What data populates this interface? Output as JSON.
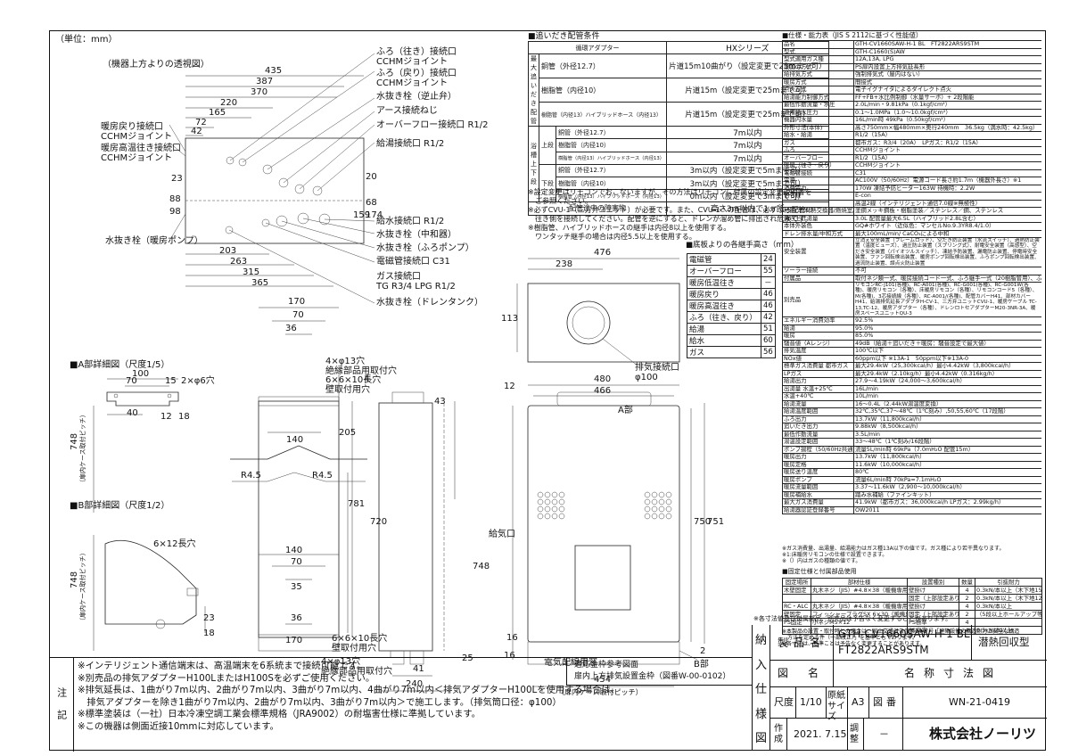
{
  "unit": "（単位：mm）",
  "top_view": {
    "title": "（機器上方よりの透視図）",
    "callouts": [
      "ふろ（往き）接続口",
      "CCHMジョイント",
      "ふろ（戻り）接続口",
      "CCHMジョイント",
      "水抜き栓（逆止弁）",
      "アース接続ねじ",
      "オーバーフロー接続口 R1/2",
      "給湯接続口 R1/2",
      "給水接続口 R1/2",
      "水抜き栓（中和器）",
      "水抜き栓（ふろポンプ）",
      "電磁管接続口 C31",
      "ガス接続口",
      "TG R3/4 LPG R1/2",
      "水抜き栓（ドレンタンク）"
    ],
    "left_callouts": [
      "暖房戻り接続口",
      "CCHMジョイント",
      "暖房高温往き接続口",
      "CCHMジョイント",
      "水抜き栓（暖房ポンプ）"
    ],
    "dims_top": [
      "435",
      "387",
      "370",
      "220",
      "165",
      "72",
      "42"
    ],
    "dims_bottom": [
      "203",
      "263",
      "315",
      "365"
    ],
    "dims_v": [
      "23",
      "88",
      "98",
      "20",
      "68",
      "159",
      "174"
    ]
  },
  "pipe_table": {
    "title": "■追いだき配管条件",
    "header_left": "循環アダプター",
    "header_right": "HXシリーズ",
    "rows": [
      {
        "g1": "最大追いだき配管",
        "g2": "",
        "item": "銅管（外径12.7）",
        "val": "片道15m10曲がり（設定変更で25mまで可）"
      },
      {
        "g1": "",
        "g2": "",
        "item": "樹脂管（内径10）",
        "val": "片道15m（設定変更で25mまで可）"
      },
      {
        "g1": "",
        "g2": "",
        "item": "樹脂管（内径13）ハイブリッドホース（内径13）",
        "val": "片道15m（設定変更で25mまで可）"
      },
      {
        "g1": "浴槽上下段",
        "g2": "上段",
        "item": "銅管（外径12.7）",
        "val": "7m以内"
      },
      {
        "g1": "",
        "g2": "",
        "item": "樹脂管（内径10）",
        "val": "7m以内"
      },
      {
        "g1": "",
        "g2": "",
        "item": "樹脂管（内径13）ハイブリッドホース（内径13）",
        "val": "7m以内"
      },
      {
        "g1": "",
        "g2": "下段",
        "item": "銅管（外径12.7）",
        "val": "3m以内（設定変更で5mまで可）"
      },
      {
        "g1": "",
        "g2": "",
        "item": "樹脂管（内径10）",
        "val": "3m以内（設定変更で5mまで可）"
      },
      {
        "g1": "",
        "g2": "",
        "item": "樹脂管（内径13）ハイブリッドホース（内径13）",
        "val": "0m以内（設定変更で3mまで可）"
      },
      {
        "g1": "配管途中の障害物",
        "g2": "",
        "item": "",
        "val": "高さ3m以内で1ヵ所"
      }
    ],
    "notes": [
      "※設定変更はリモコンでおこないますが、その方法はリモコンに付属の設定変更説明書を",
      "　ご参照ください。",
      "※必ずCVU-1（三方弁ユニット）が必要です。また、CVU-1への配管は、必ずふろ配管の",
      "　往き側を接続してください。配管を逆にすると、ドレンが溜め管に排出され危険です。",
      "※樹脂管、ハイブリッドホースの継手は内径8以上を使用する。",
      "　ワンタッチ継手の場合は内径5.5以上を使用する。"
    ]
  },
  "height_table": {
    "title": "■底板よりの各継手高さ（mm）",
    "rows": [
      [
        "電磁管",
        "24"
      ],
      [
        "オーバーフロー",
        "55"
      ],
      [
        "暖房低温往き",
        "－"
      ],
      [
        "暖房戻り",
        "46"
      ],
      [
        "暖房高温往き",
        "46"
      ],
      [
        "ふろ（往き、戻り）",
        "42"
      ],
      [
        "給湯",
        "51"
      ],
      [
        "給水",
        "60"
      ],
      [
        "ガス",
        "56"
      ]
    ]
  },
  "spec_table": {
    "title": "■仕様・能力表（JIS S 2112に基づく性能値）",
    "rows": [
      [
        "品名",
        "GTH-CV1660SAW-H-1 BL　FT2822ARS9STM"
      ],
      [
        "型式",
        "GTH-C1660(S)AW"
      ],
      [
        "型式適用ガス種",
        "12A,13A, LPG"
      ],
      [
        "設置の方式",
        "PS扉内設置上方排気延長形"
      ],
      [
        "給排気方式",
        "強制排気式（屋内はない）"
      ],
      [
        "暖房方式",
        "間接式"
      ],
      [
        "点火方式",
        "電子イグナイタによるダイレクト点火"
      ],
      [
        "給湯能力制御方式",
        "FF+FB+水比例制御（水量サーボ）+ 2段階能"
      ],
      [
        "最低作動流量・水圧",
        "2.0L/min・9.81kPa（0.1kgf/cm²）"
      ],
      [
        "適用給水圧力",
        "0.1～1.0MPa（1.0～10.0kgf/cm²）"
      ],
      [
        "機器内水量",
        "16L/min時 49kPa（0.50kgf/cm²）"
      ],
      [
        "外形寸法(本体)",
        "高さ750mm×幅480mm×奥行240mm　36.5kg（満水時：42.5kg）"
      ],
      [
        "給水・給湯",
        "R1/2（15A）"
      ],
      [
        "ガス",
        "都市ガス：R3/4（20A）　LPガス：R1/2（15A）"
      ],
      [
        "ふろ",
        "CCHMジョイント"
      ],
      [
        "オーバーフロー",
        "R1/2（15A）"
      ],
      [
        "暖房（往き・戻り）",
        "CCHMジョイント"
      ],
      [
        "電磁管接続",
        "C31"
      ],
      [
        "電源",
        "AC100V（50/60Hz）電源コード長さ約1.7m（機器外長さ）※1"
      ],
      [
        "消費電力",
        "170W 凍結予防ヒーター163W 待機時：2.2W"
      ],
      [
        "信号線",
        "E-con"
      ],
      [
        "",
        "高温2線（インテリジェント通信7.0線※無極性）"
      ],
      [
        "材質(本体/熱交換器/燃焼室/給排気筒)",
        "塗鋼メッキ鋼板・樹脂塗装／ステンレス／鋼、ステンレス"
      ],
      [
        "沸き上げ湯量",
        "3.0L 配管量最大6.5L（ハイブリッド2.8L含む）"
      ],
      [
        "本体外装色",
        "GQ#ホワイト（近似色：マンセルNo.9.3YR8.4/1.0）"
      ],
      [
        "ドレン排水量/中和方式",
        "最大100mL/min/ CaCO₃による中和"
      ],
      [
        "安全装置",
        "立消え安全装置（フレームロッド）、空だき防止装置（水流スイッチ）、過熱防止装置（温度ヒューズ）、過圧防止装置（スプリング式）、耐電安全装置（高感型）、空だき安全装置（パイオツルスイッチ）、凍結予防装置、漏電防止装置、停電時安全装置、ファン回転検出装置、暖房ポンプ回転検出装置、ふろポンプ回転検出装置、過流防止装置、誤点火防止装置"
      ],
      [
        "ソーラー接続",
        "不可"
      ],
      [
        "付属品",
        "取付ネジ類一式、暖房接続コード一式、ふろ継手一式（20樹脂管用）、ふろ循環アダプター、ヘッダー継手クリップ"
      ],
      [
        "別売品",
        "リモコンRC-J101(各種)、RC-A001(各種)、RC-G001(各種)、RC-G001W(各種)、暖房リモコン（各種）、床暖房リモコン（各種）、リモコンコード5（各種）、M(各種)、3芯接続線（各種）、RC-A001/(各種)、配管カバーH41、部材カバーH41、給湯排気延長アダプタH-CV-1、三方弁ユニットCVU-1、暖房ケーブル TC-13,TC-12、暖房アダプター（各種）、ドレンロトセアダプターM20-3NR-3A、暖房スペースユニットQU-3"
      ],
      [
        "エネルギー消費効率",
        "92.5%"
      ],
      [
        "給湯",
        "95.0%"
      ],
      [
        "暖房",
        "85.0%"
      ],
      [
        "騒音値（Aレンジ）",
        "49dB（給湯＋追いだき＋暖房：騒音設定で最大値）"
      ],
      [
        "排気温度",
        "100℃以下"
      ],
      [
        "NOx値",
        "60ppm以下 ※13A-1　50ppm以下※13A-0"
      ],
      [
        "標準ガス消費量 都市ガス",
        "最大29.4kW（25,300kcal/h）最小4.42kW（3,800kcal/h）"
      ],
      [
        "LPガス",
        "最大29.4kW（2.10kg/h）最小4.42kW（0.316kg/h）"
      ],
      [
        "給湯出力",
        "27.9～4.19kW（24,000～3,600kcal/h）"
      ],
      [
        "出湯量 水温+25℃",
        "16L/min"
      ],
      [
        "水温+40℃",
        "10L/min"
      ],
      [
        "給湯流量",
        "16～0.4L（2.44kW湯温度変換）"
      ],
      [
        "給湯温度範囲",
        "32℃,35℃,37～48℃（1℃刻み）,50,55,60℃（17段階）"
      ],
      [
        "ふろ出力",
        "13.7kW（11,800kcal/h）"
      ],
      [
        "追いだき出力",
        "9.88kW（8,500kcal/h）"
      ],
      [
        "最低作動流量",
        "3.5L/min"
      ],
      [
        "湯温設定範囲",
        "33～48℃（1℃刻み/16段階）"
      ],
      [
        "ポンプ揚程（50/60Hz共通）",
        "流量5L/min時 69kPa（7.0mH₂O 配管15m）"
      ],
      [
        "暖房出力",
        "13.7kW（11,800kcal/h）"
      ],
      [
        "暖房定格",
        "11.6kW（10,000kcal/h）"
      ],
      [
        "暖房送り温度",
        "80℃"
      ],
      [
        "暖房ポンプ",
        "流量6L/min時 70kPa=7.1mH₂O"
      ],
      [
        "暖房流量範囲",
        "3.37～11.6kW（2,900～10,000kcal/h）"
      ],
      [
        "暖房補給水",
        "踏み水補給（ファインキット）"
      ],
      [
        "最大ガス消費量",
        "41.9kW（都市ガス：36,000kcal/h LPガス：2.99kg/h）"
      ],
      [
        "給湯器認証登録番号",
        "OW2011"
      ]
    ],
    "notes": [
      "※ガス消費量、出湯量、給湯能力はガス種13A以下の値です。ガス種により若干異なります。",
      "※1:床暖房リモコンの仕様で設置できます。",
      "※（）内はガスの種類の値です。"
    ]
  },
  "fix_table": {
    "title": "■固定仕様と付属部品使用",
    "head": [
      "固定場所",
      "部材仕様",
      "設置種別",
      "数量",
      "引抜耐力"
    ],
    "rows": [
      [
        "木壁固定",
        "丸木ネジ（JIS）#4.8×38（暖機専用）",
        "壁掛け",
        "4",
        "0.3kN/本以上（木下地15mm）"
      ],
      [
        "",
        "",
        "固定（上部設定あり）",
        "2",
        "0.3kN/本以上（木下地12mm）"
      ],
      [
        "RC・ALC",
        "丸木ネジ（JIS）#4.8×38（暖機専用）",
        "壁掛け",
        "4",
        "0.3kN/本以上"
      ],
      [
        "壁固定",
        "フィッシャープラグSX 6×30（暖機専用）",
        "固定（上部設定あり）",
        "2",
        "（5段以上ホールアップ等の保証が必要）"
      ],
      [
        "PS固定",
        "小ネジM5×12",
        "PS標準",
        "4",
        ""
      ],
      [
        "",
        "",
        "PS扉内",
        "4",
        "0.5kN/本以上"
      ]
    ],
    "notes": [
      "※本製品の設置・取付時との適合は、国土交通省告示第1447号「建築設備の構造耐力上安全な構造",
      "　方法を定める件（一部改正）」を基準としております。",
      "※各寸法は、基準ことは予告なく変更することがあります。",
      "※各寸法値及び付属部品、別売品は予告なく変更することがあります。"
    ]
  },
  "detail_a": {
    "title": "■A部詳細図（尺度1/5）",
    "dims": [
      "100",
      "70",
      "15",
      "2×φ6穴",
      "40",
      "18",
      "12"
    ],
    "side": "748",
    "side_note": "（扉内ケース取付ピッチ）"
  },
  "detail_b": {
    "title": "■B部詳細図（尺度1/2）",
    "dims": [
      "6×12長穴",
      "23",
      "18"
    ],
    "side": "748",
    "side_note": "（扉内ケース取付ピッチ）"
  },
  "front_view": {
    "labels": [
      "4×φ13穴",
      "絶縁部品用取付穴",
      "6×6×10長穴",
      "壁取付用穴",
      "6×6×10長穴",
      "壁取付用穴",
      "4×φ13穴",
      "絶縁部品用取付穴"
    ],
    "dims": [
      "170",
      "70",
      "36",
      "140",
      "205",
      "R4.5",
      "R4.5",
      "781",
      "720",
      "140",
      "70",
      "35",
      "36",
      "170",
      "4",
      "43",
      "41",
      "240",
      "25",
      "16"
    ]
  },
  "right_view": {
    "dims_top": [
      "476",
      "238",
      "113"
    ],
    "labels": [
      "排気接続口",
      "φ100",
      "A部",
      "給気口",
      "電気配線用窓",
      "B部",
      "（扉内ケース取付ピッチ）"
    ],
    "dims": [
      "480",
      "466",
      "12",
      "750",
      "751",
      "748",
      "454",
      "16",
      "2"
    ]
  },
  "notes": {
    "label": "注記",
    "lines": [
      "※インテリジェント通信端末は、高温端末を6系統まで接続可能です。",
      "※別売品の排気アダプターH100LまたはH100Sを必ずご使用ください。",
      "※排気延長は、1曲がり7m以内、2曲がり7m以内、3曲がり7m以内、4曲がり7m以内＜排気アダプターH100Lを使用する場合は、",
      "　排気アダプターを除き1曲がり7m以内、2曲がり7m以内、3曲がり7m以内＞で施工します。（排気筒口径：φ100）",
      "※標準塗装は（一社）日本冷凍空調工業会標準規格（JRA9002）の耐塩害仕様に準拠しています。",
      "※この機器は側面近接10mmに対応しています。"
    ],
    "ref_title": "適応金枠参考図面",
    "ref_text": "扉内上方排気設置金枠（図番W-00-0102）"
  },
  "title_block": {
    "side": [
      "納",
      "入",
      "仕",
      "様",
      "図"
    ],
    "product_label": "製品名",
    "product_line1": "GTH-CV1660SAW-H-1 BL",
    "product_line2": "FT2822ARS9STM",
    "product_type": "潜熱回収型",
    "drawing_label": "図名",
    "drawing_name": "名称寸法図",
    "scale_label": "尺度",
    "scale": "1/10",
    "paper_label": "原紙サイズ",
    "paper": "A3",
    "number_label": "図番",
    "number": "WN-21-0419",
    "date_label": "作成",
    "date": "2021. 7.15",
    "check_label": "調整",
    "check": "－",
    "company": "株式会社ノーリツ"
  }
}
